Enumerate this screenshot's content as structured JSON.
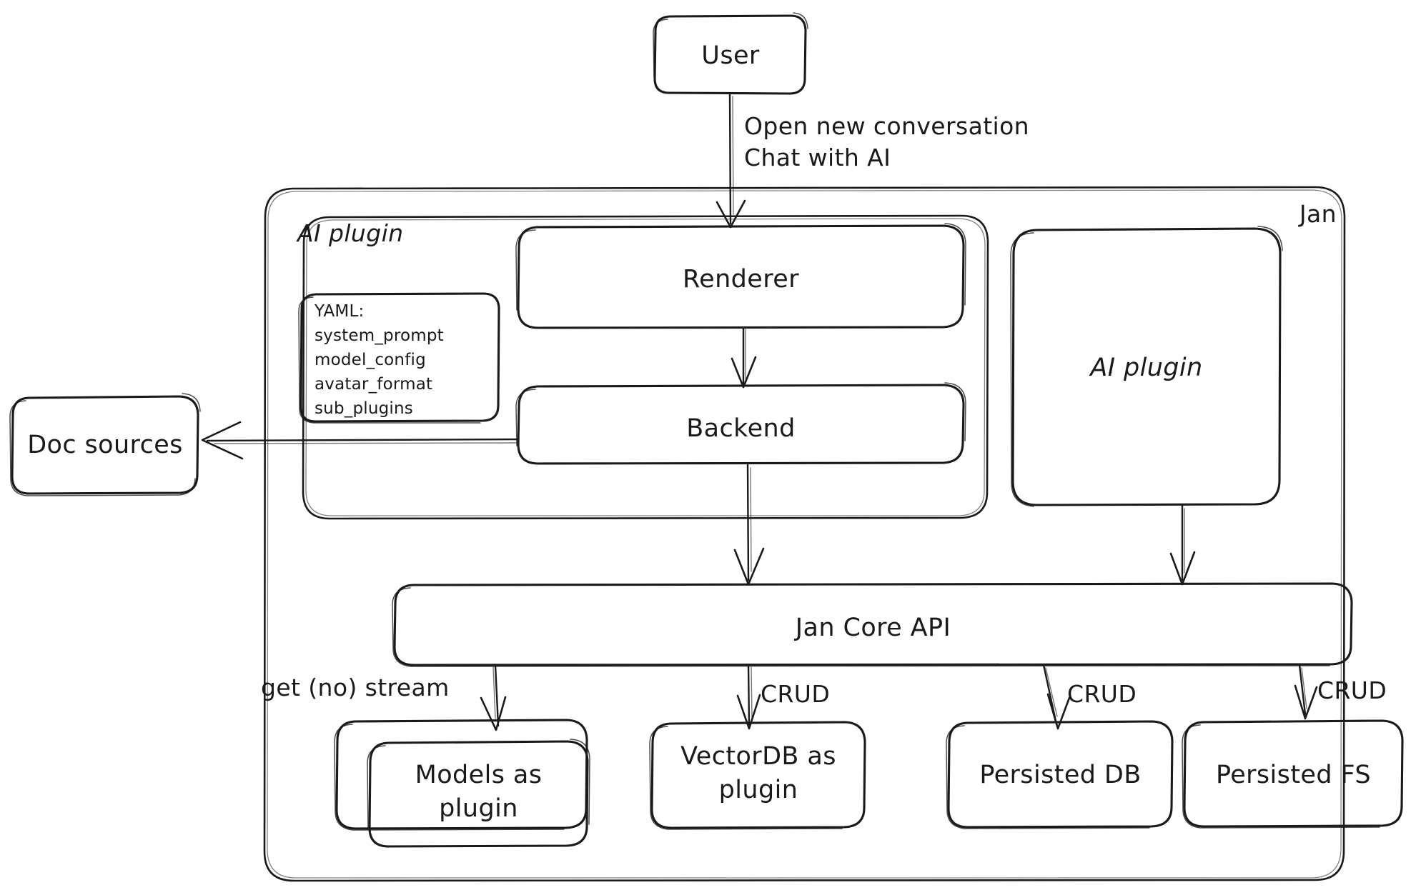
{
  "diagram": {
    "title": "Jan architecture flow diagram",
    "style": "hand-drawn sketch",
    "stroke_color": "#1a1a1a",
    "background_color": "#ffffff"
  },
  "containers": [
    {
      "id": "jan",
      "label": "Jan",
      "label_position": "top-right"
    },
    {
      "id": "ai_plugin_group",
      "label": "AI plugin",
      "label_position": "top-left"
    },
    {
      "id": "models_outer",
      "label": "",
      "label_position": "none"
    }
  ],
  "nodes": [
    {
      "id": "user",
      "label": "User"
    },
    {
      "id": "renderer",
      "label": "Renderer"
    },
    {
      "id": "backend",
      "label": "Backend"
    },
    {
      "id": "ai_plugin",
      "label": "AI plugin"
    },
    {
      "id": "doc_sources",
      "label": "Doc sources"
    },
    {
      "id": "jan_core_api",
      "label": "Jan Core API"
    },
    {
      "id": "models",
      "label": "Models as\nplugin"
    },
    {
      "id": "vectordb",
      "label": "VectorDB as\nplugin"
    },
    {
      "id": "persisted_db",
      "label": "Persisted DB"
    },
    {
      "id": "persisted_fs",
      "label": "Persisted FS"
    }
  ],
  "yaml_note": {
    "id": "yaml_box",
    "lines": [
      "YAML:",
      "system_prompt",
      "model_config",
      "avatar_format",
      "sub_plugins"
    ],
    "text": "YAML:\nsystem_prompt\nmodel_config\navatar_format\nsub_plugins"
  },
  "edges": [
    {
      "id": "user-to-renderer",
      "from": "user",
      "to": "renderer",
      "label": "Open new conversation\nChat with AI"
    },
    {
      "id": "renderer-to-backend",
      "from": "renderer",
      "to": "backend",
      "label": ""
    },
    {
      "id": "backend-to-doc-sources",
      "from": "backend",
      "to": "doc_sources",
      "label": ""
    },
    {
      "id": "backend-to-core",
      "from": "backend",
      "to": "jan_core_api",
      "label": ""
    },
    {
      "id": "aiplugin-to-core",
      "from": "ai_plugin",
      "to": "jan_core_api",
      "label": ""
    },
    {
      "id": "core-to-models",
      "from": "jan_core_api",
      "to": "models",
      "label": "get (no) stream"
    },
    {
      "id": "core-to-vectordb",
      "from": "jan_core_api",
      "to": "vectordb",
      "label": "CRUD"
    },
    {
      "id": "core-to-persisted-db",
      "from": "jan_core_api",
      "to": "persisted_db",
      "label": "CRUD"
    },
    {
      "id": "core-to-persisted-fs",
      "from": "jan_core_api",
      "to": "persisted_fs",
      "label": "CRUD"
    }
  ]
}
